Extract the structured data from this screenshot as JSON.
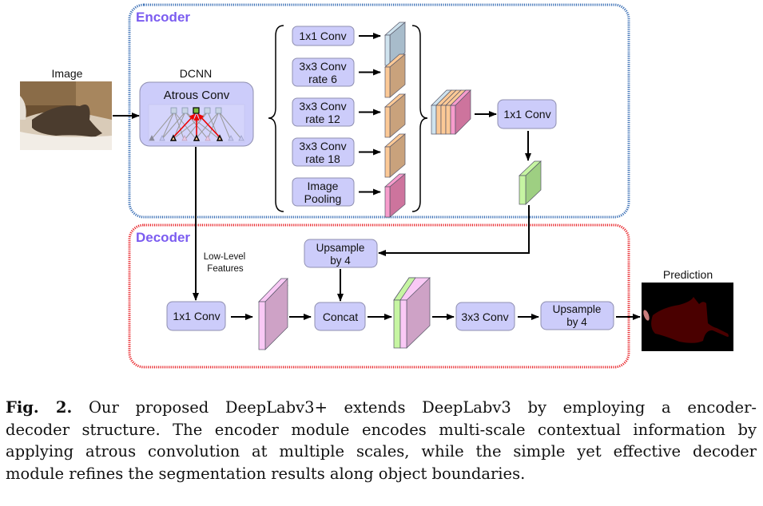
{
  "figure": {
    "encoder": {
      "title": "Encoder",
      "border_color": "#3a6fb5",
      "title_color": "#7b5cf0"
    },
    "decoder": {
      "title": "Decoder",
      "border_color": "#e8262b",
      "title_color": "#7b5cf0"
    },
    "input": {
      "label": "Image",
      "icon": "cat-photo"
    },
    "dcnn": {
      "label": "DCNN",
      "block": "Atrous Conv",
      "icon": "atrous-convolution-graph"
    },
    "aspp_branches": [
      {
        "line1": "1x1 Conv",
        "line2": "",
        "feature_color": "#a8bccb",
        "feature_front": "#cfe3ee"
      },
      {
        "line1": "3x3 Conv",
        "line2": "rate 6",
        "feature_color": "#c9a27c",
        "feature_front": "#fcc996"
      },
      {
        "line1": "3x3 Conv",
        "line2": "rate 12",
        "feature_color": "#c9a27c",
        "feature_front": "#fcc996"
      },
      {
        "line1": "3x3 Conv",
        "line2": "rate 18",
        "feature_color": "#c9a27c",
        "feature_front": "#fcc996"
      },
      {
        "line1": "Image",
        "line2": "Pooling",
        "feature_color": "#cd749d",
        "feature_front": "#f79ccc"
      }
    ],
    "encoder_conv": "1x1 Conv",
    "low_level_label_1": "Low-Level",
    "low_level_label_2": "Features",
    "decoder_conv": "1x1 Conv",
    "upsample_top_1": "Upsample",
    "upsample_top_2": "by 4",
    "concat": "Concat",
    "conv3x3": "3x3 Conv",
    "upsample_final_1": "Upsample",
    "upsample_final_2": "by 4",
    "output": {
      "label": "Prediction",
      "icon": "segmentation-mask"
    },
    "colors": {
      "block_fill": "#ccccfa",
      "block_stroke": "#8f8fb0",
      "green_feature": "#9ecf82",
      "green_front": "#c6f5a2",
      "pink_feature": "#cea2c6",
      "pink_front": "#f9c9f5",
      "mask": "#4a0000"
    }
  },
  "caption": {
    "label": "Fig. 2.",
    "lines": [
      "Our proposed DeepLabv3+ extends DeepLabv3 by employing a encoder-",
      "decoder structure. The encoder module encodes multi-scale contextual information by",
      "applying atrous convolution at multiple scales, while the simple yet effective decoder",
      "module refines the segmentation results along object boundaries."
    ]
  }
}
